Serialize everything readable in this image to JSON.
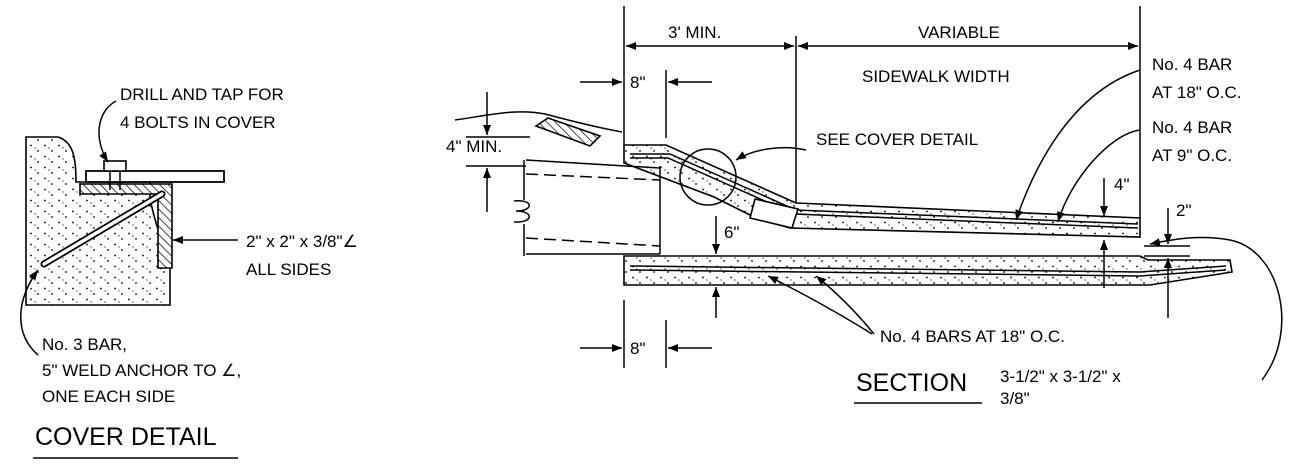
{
  "cover_detail": {
    "title": "COVER DETAIL",
    "notes": {
      "drill_line1": "DRILL AND TAP FOR",
      "drill_line2": "4 BOLTS IN COVER",
      "angle_line1": "2\" x 2\" x 3/8\"∠",
      "angle_line2": "ALL SIDES",
      "bar_line1": "No. 3 BAR,",
      "bar_line2": "5\" WELD ANCHOR TO ∠,",
      "bar_line3": "ONE EACH SIDE"
    }
  },
  "section": {
    "title": "SECTION",
    "dims": {
      "min_width": "3' MIN.",
      "variable": "VARIABLE",
      "sidewalk_width": "SIDEWALK WIDTH",
      "top_8": "8\"",
      "bottom_8": "8\"",
      "min_4": "4\" MIN.",
      "slab_4": "4\"",
      "slab_6": "6\"",
      "gap_2": "2\""
    },
    "notes": {
      "see_cover": "SEE COVER DETAIL",
      "bar18_line1": "No. 4 BAR",
      "bar18_line2": "AT 18\" O.C.",
      "bar9_line1": "No. 4 BAR",
      "bar9_line2": "AT 9\" O.C.",
      "bars_bottom": "No. 4 BARS AT 18\" O.C.",
      "angle_line1": "3-1/2\" x 3-1/2\" x",
      "angle_line2": "3/8\""
    }
  }
}
